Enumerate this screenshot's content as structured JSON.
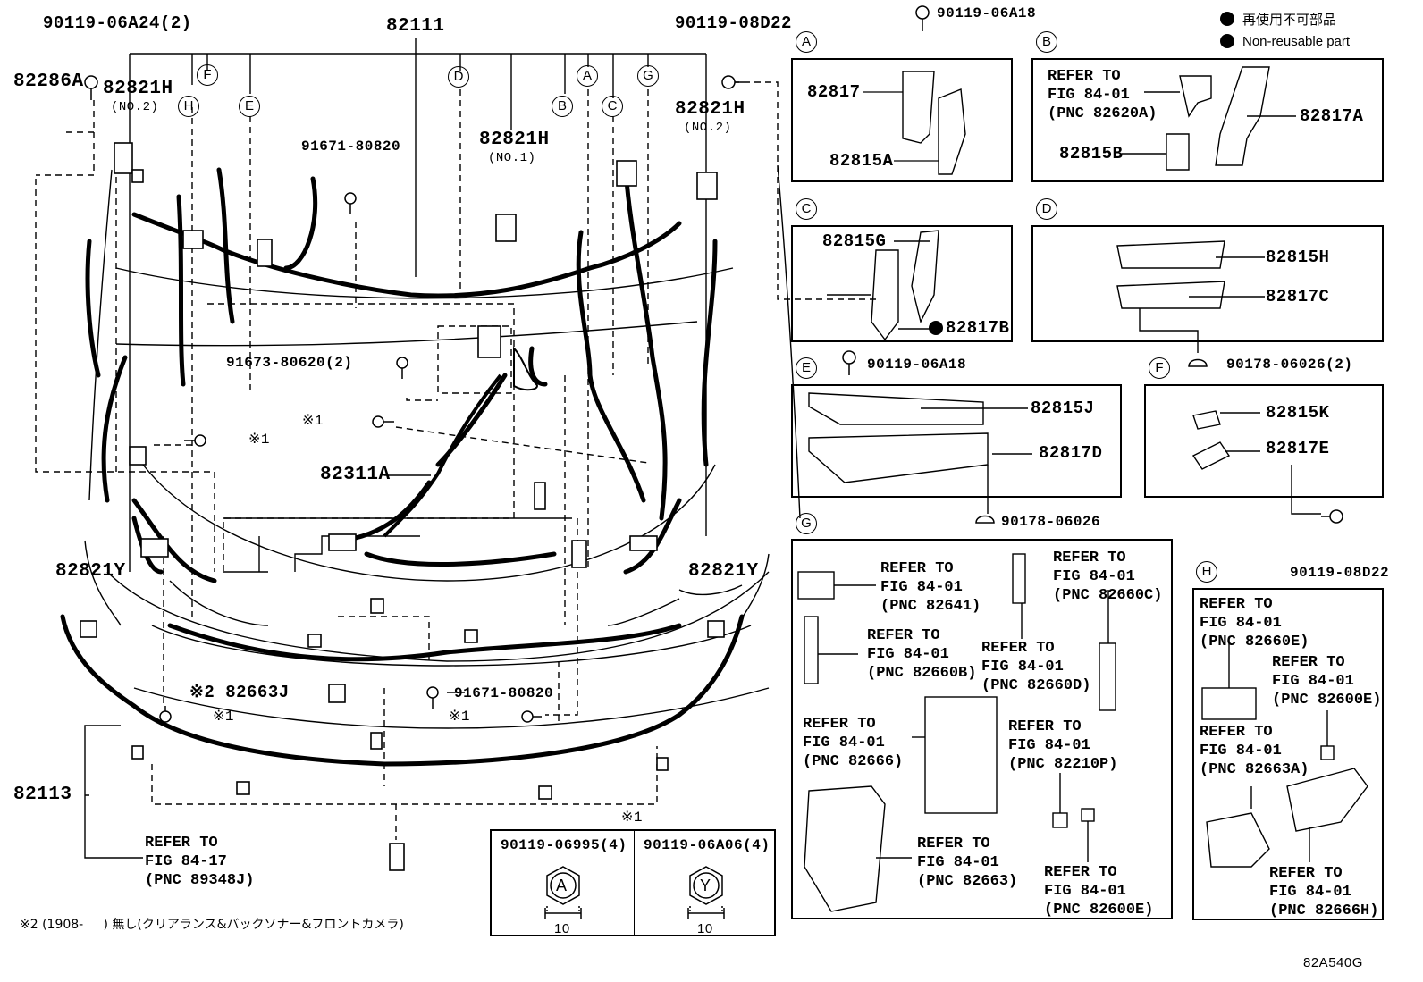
{
  "header": {
    "legend_jp": "再使用不可部品",
    "legend_en": "Non-reusable part"
  },
  "main": {
    "p82111": "82111",
    "p90119_06A24": "90119-06A24(2)",
    "p90119_08D22_top": "90119-08D22",
    "p82286A": "82286A",
    "p82821H_left": "82821H",
    "p82821H_left_sub": "(NO.2)",
    "p82821H_right": "82821H",
    "p82821H_right_sub": "(NO.2)",
    "p82821H_mid": "82821H",
    "p82821H_mid_sub": "(NO.1)",
    "p91671_top": "91671-80820",
    "p91673": "91673-80620(2)",
    "p_mark1_a": "※1",
    "p_mark1_b": "※1",
    "p_mark1_c": "※1",
    "p_mark1_d": "※1",
    "p82311A": "82311A",
    "p82821Y_left": "82821Y",
    "p82821Y_right": "82821Y",
    "p82663J": "※2 82663J",
    "p91671_bottom": "91671-80820",
    "p82113": "82113",
    "ref_bottom": "REFER TO\nFIG 84-17\n(PNC 89348J)",
    "letters": [
      "H",
      "F",
      "E",
      "D",
      "B",
      "A",
      "C",
      "G"
    ],
    "footnote": "※2 (1908-     ) 無し(クリアランス&バックソナー&フロントカメラ)",
    "bolt_table": {
      "star": "※1",
      "col1": "90119-06995(4)",
      "col2": "90119-06A06(4)",
      "sym1": "A",
      "sym2": "Y",
      "dim1": "10",
      "dim2": "10"
    },
    "code": "82A540G"
  },
  "insets": {
    "A": {
      "letter": "A",
      "bolt": "90119-06A18",
      "p1": "82817",
      "p2": "82815A"
    },
    "B": {
      "letter": "B",
      "ref": "REFER TO\nFIG 84-01\n(PNC 82620A)",
      "p1": "82817A",
      "p2": "82815B"
    },
    "C": {
      "letter": "C",
      "p1": "82815G",
      "p2": "82817B"
    },
    "D": {
      "letter": "D",
      "p1": "82815H",
      "p2": "82817C",
      "clip": "90178-06026(2)"
    },
    "E": {
      "letter": "E",
      "bolt": "90119-06A18",
      "p1": "82815J",
      "p2": "82817D",
      "clip": "90178-06026"
    },
    "F": {
      "letter": "F",
      "p1": "82815K",
      "p2": "82817E",
      "bolt": "90119-08D22"
    },
    "G": {
      "letter": "G",
      "r1": "REFER TO\nFIG 84-01\n(PNC 82641)",
      "r2": "REFER TO\nFIG 84-01\n(PNC 82660C)",
      "r3": "REFER TO\nFIG 84-01\n(PNC 82660B)",
      "r4": "REFER TO\nFIG 84-01\n(PNC 82660D)",
      "r5": "REFER TO\nFIG 84-01\n(PNC 82666)",
      "r6": "REFER TO\nFIG 84-01\n(PNC 82210P)",
      "r7": "REFER TO\nFIG 84-01\n(PNC 82663)",
      "r8": "REFER TO\nFIG 84-01\n(PNC 82600E)"
    },
    "H": {
      "letter": "H",
      "r1": "REFER TO\nFIG 84-01\n(PNC 82660E)",
      "r2": "REFER TO\nFIG 84-01\n(PNC 82600E)",
      "r3": "REFER TO\nFIG 84-01\n(PNC 82663A)",
      "r4": "REFER TO\nFIG 84-01\n(PNC 82666H)"
    }
  }
}
